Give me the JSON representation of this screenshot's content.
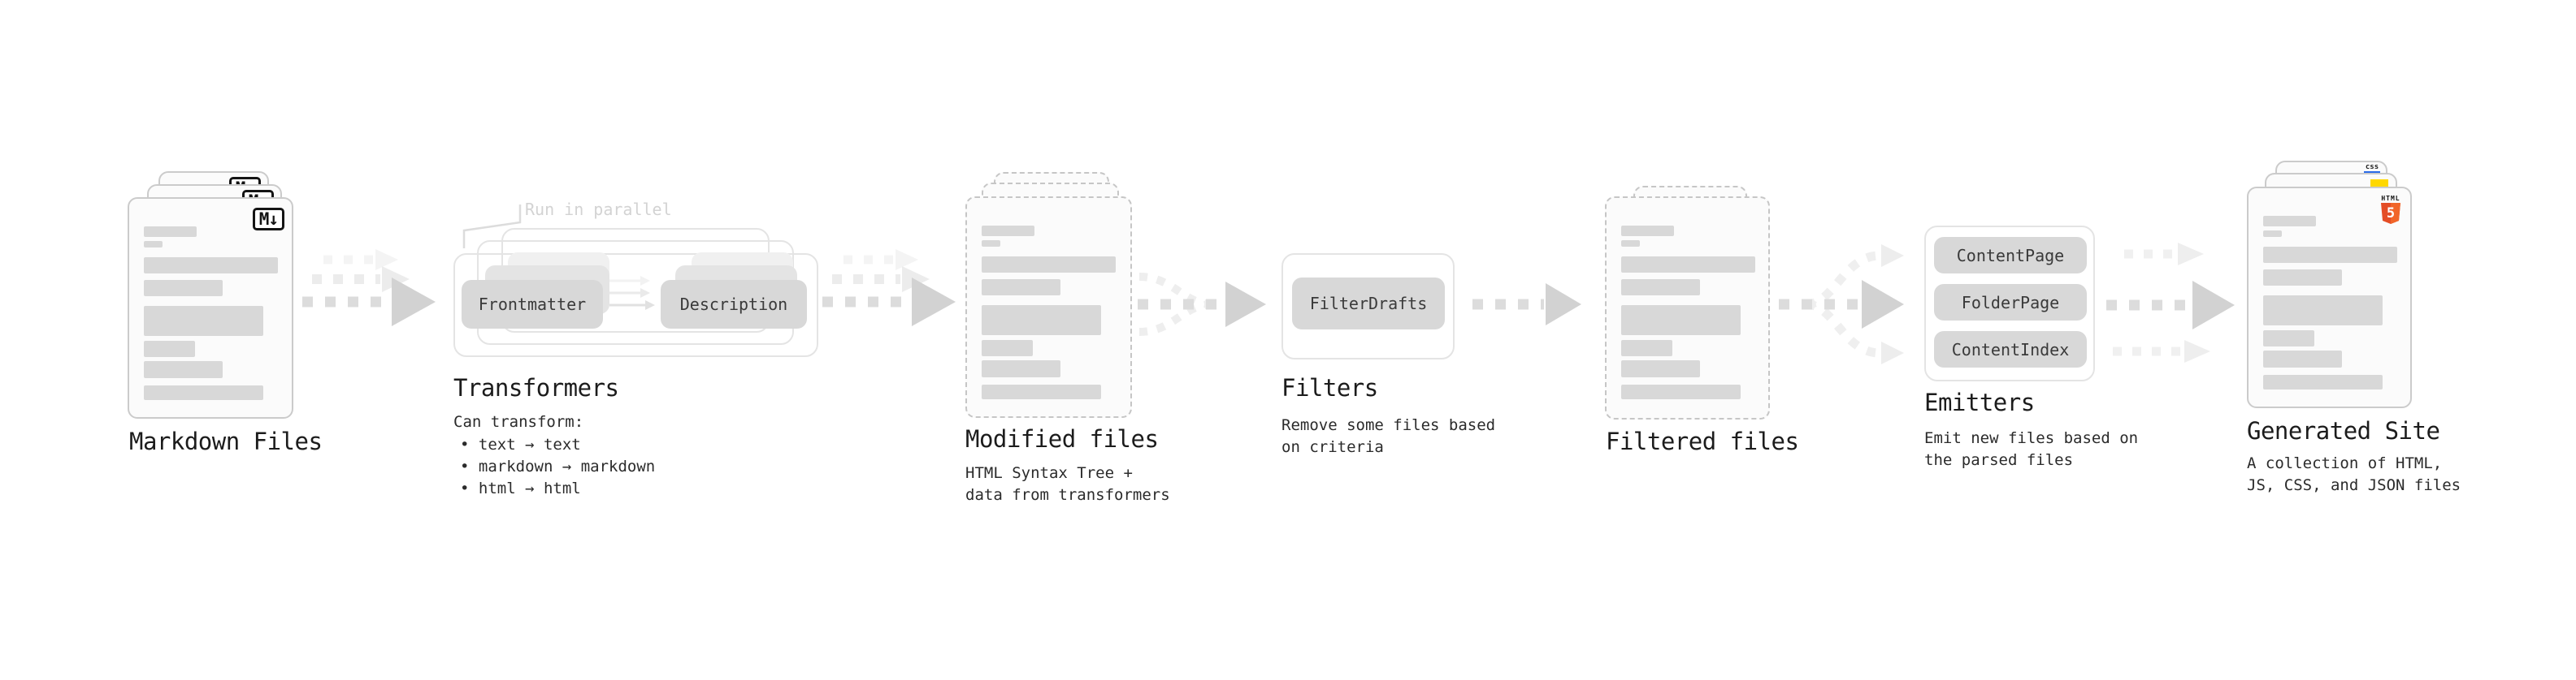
{
  "markdown": {
    "label": "Markdown Files",
    "badge": "M↓"
  },
  "transformers": {
    "note": "Run in parallel",
    "frontmatter_button": "Frontmatter",
    "description_button": "Description",
    "label": "Transformers",
    "desc_title": "Can transform:",
    "bullets": [
      "• text → text",
      "• markdown → markdown",
      "• html → html"
    ]
  },
  "modified": {
    "label": "Modified files",
    "desc": [
      "HTML Syntax Tree +",
      "data from transformers"
    ]
  },
  "filters": {
    "button": "FilterDrafts",
    "label": "Filters",
    "desc": [
      "Remove some files based",
      "on criteria"
    ]
  },
  "filtered": {
    "label": "Filtered files"
  },
  "emitters": {
    "buttons": [
      "ContentPage",
      "FolderPage",
      "ContentIndex"
    ],
    "label": "Emitters",
    "desc": [
      "Emit new files based on",
      "the parsed files"
    ]
  },
  "generated": {
    "label": "Generated Site",
    "desc": [
      "A collection of HTML,",
      "JS, CSS, and JSON files"
    ],
    "css_badge": "css",
    "html_badge": "HTML",
    "html_number": "5"
  },
  "colors": {
    "css_blue": "#2b6be8",
    "js_yellow": "#ffd800",
    "html5_orange": "#e44d26",
    "html5_orange_light": "#f16529",
    "arrow_gray": "#d2d2d2"
  }
}
